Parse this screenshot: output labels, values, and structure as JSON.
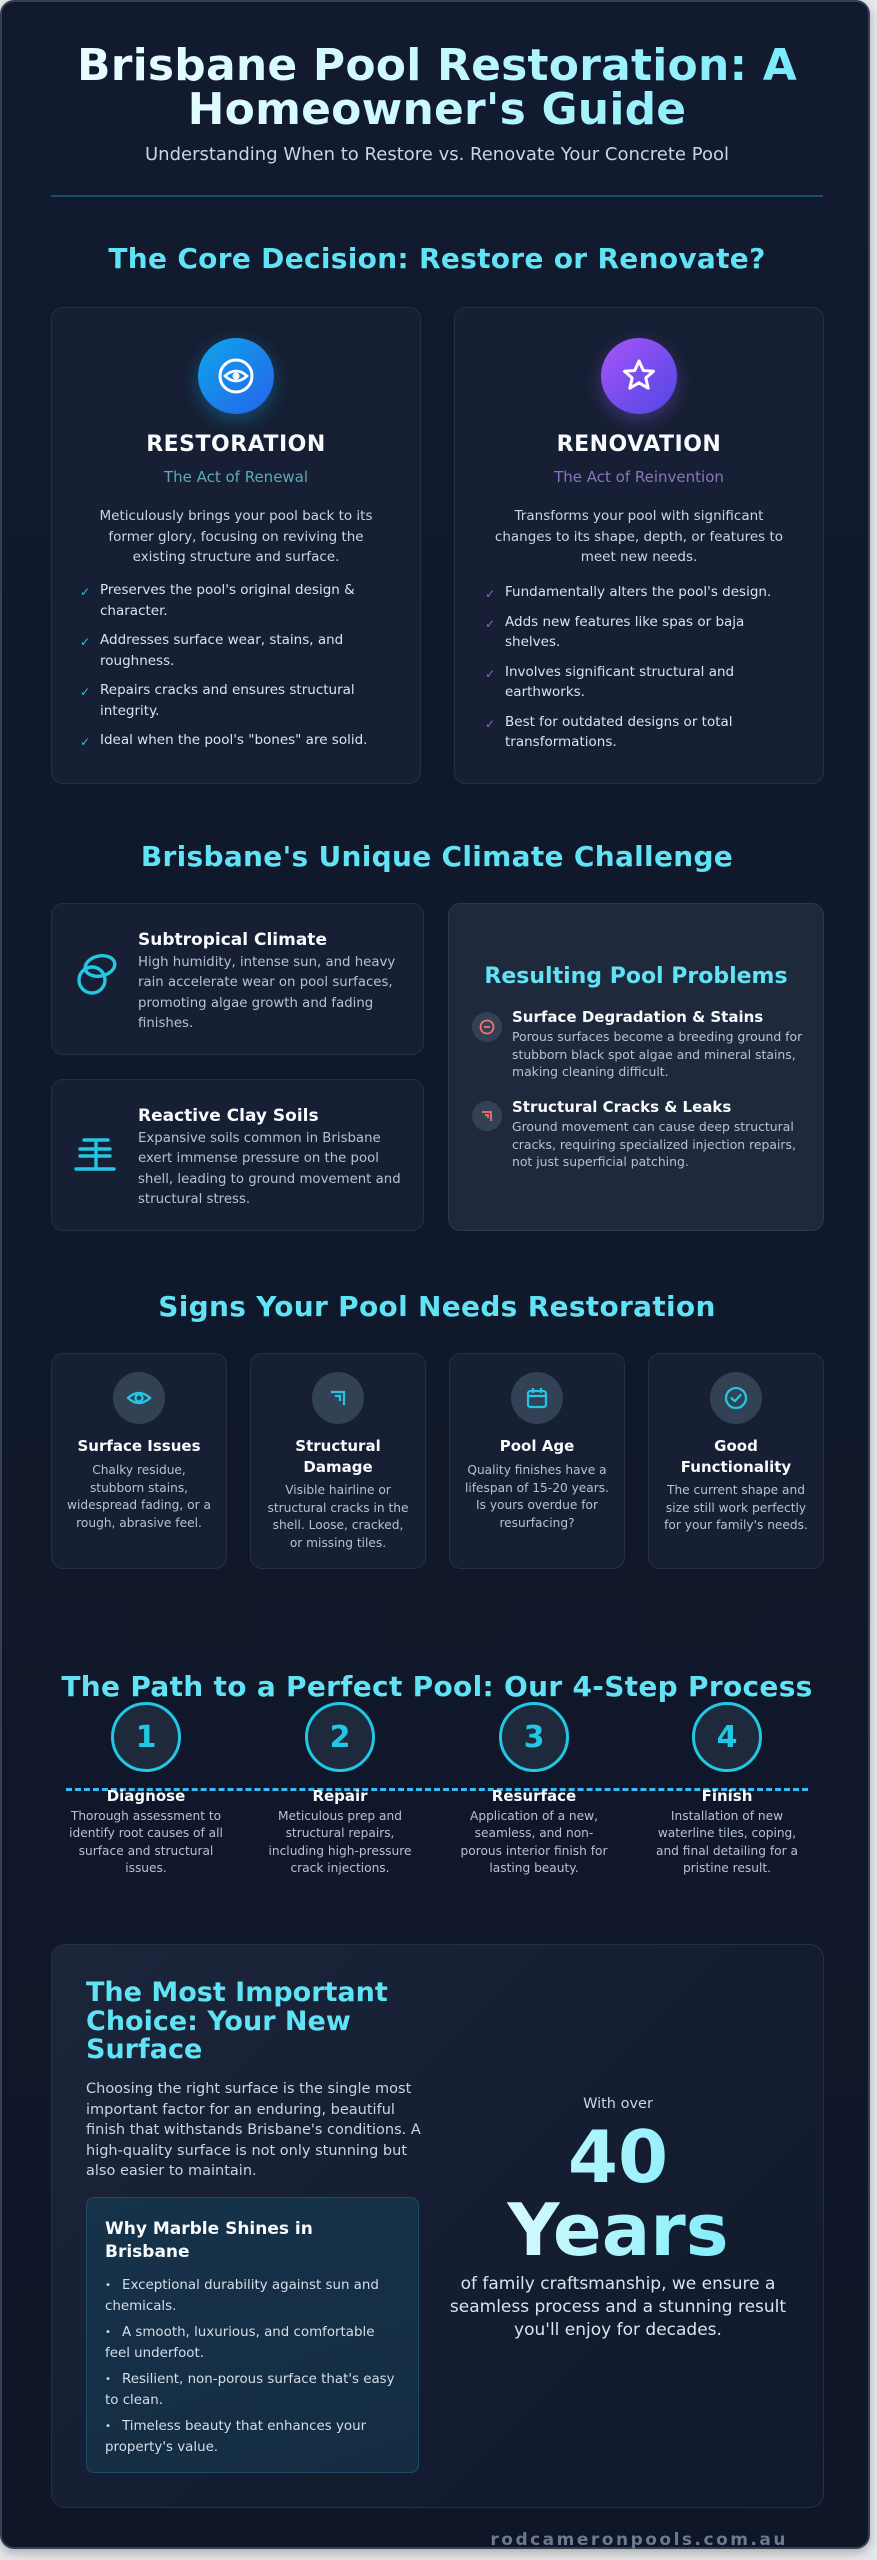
{
  "header": {
    "title_line1": "Brisbane Pool Restoration: A",
    "title_line2": "Homeowner's Guide",
    "subtitle": "Understanding When to Restore vs. Renovate Your Concrete Pool"
  },
  "decision": {
    "heading": "The Core Decision: Restore or Renovate?",
    "restoration": {
      "icon": "eye-circle-icon",
      "title": "RESTORATION",
      "tagline": "The Act of Renewal",
      "description": "Meticulously brings your pool back to its former glory, focusing on reviving the existing structure and surface.",
      "points": [
        "Preserves the pool's original design & character.",
        "Addresses surface wear, stains, and roughness.",
        "Repairs cracks and ensures structural integrity.",
        "Ideal when the pool's \"bones\" are solid."
      ],
      "accent": "#22c7e6"
    },
    "renovation": {
      "icon": "star-icon",
      "title": "RENOVATION",
      "tagline": "The Act of Reinvention",
      "description": "Transforms your pool with significant changes to its shape, depth, or features to meet new needs.",
      "points": [
        "Fundamentally alters the pool's design.",
        "Adds new features like spas or baja shelves.",
        "Involves significant structural and earthworks.",
        "Best for outdated designs or total transformations."
      ],
      "accent": "#a855f7"
    }
  },
  "climate": {
    "heading": "Brisbane's Unique Climate Challenge",
    "factors": [
      {
        "icon": "linked-rings-icon",
        "title": "Subtropical Climate",
        "description": "High humidity, intense sun, and heavy rain accelerate wear on pool surfaces, promoting algae growth and fading finishes."
      },
      {
        "icon": "soil-layers-icon",
        "title": "Reactive Clay Soils",
        "description": "Expansive soils common in Brisbane exert immense pressure on the pool shell, leading to ground movement and structural stress."
      }
    ],
    "problems": {
      "title": "Resulting Pool Problems",
      "items": [
        {
          "icon": "minus-circle-icon",
          "title": "Surface Degradation & Stains",
          "description": "Porous surfaces become a breeding ground for stubborn black spot algae and mineral stains, making cleaning difficult."
        },
        {
          "icon": "crack-corner-icon",
          "title": "Structural Cracks & Leaks",
          "description": "Ground movement can cause deep structural cracks, requiring specialized injection repairs, not just superficial patching."
        }
      ],
      "accent": "#f87171"
    }
  },
  "signs": {
    "heading": "Signs Your Pool Needs Restoration",
    "items": [
      {
        "icon": "eye-icon",
        "title": "Surface Issues",
        "description": "Chalky residue, stubborn stains, widespread fading, or a rough, abrasive feel."
      },
      {
        "icon": "crack-corner-icon",
        "title": "Structural Damage",
        "description": "Visible hairline or structural cracks in the shell. Loose, cracked, or missing tiles."
      },
      {
        "icon": "calendar-icon",
        "title": "Pool Age",
        "description": "Quality finishes have a lifespan of 15-20 years. Is yours overdue for resurfacing?"
      },
      {
        "icon": "check-circle-icon",
        "title": "Good Functionality",
        "description": "The current shape and size still work perfectly for your family's needs."
      }
    ]
  },
  "process": {
    "heading": "The Path to a Perfect Pool: Our 4-Step Process",
    "steps": [
      {
        "number": "1",
        "title": "Diagnose",
        "description": "Thorough assessment to identify root causes of all surface and structural issues."
      },
      {
        "number": "2",
        "title": "Repair",
        "description": "Meticulous prep and structural repairs, including high-pressure crack injections."
      },
      {
        "number": "3",
        "title": "Resurface",
        "description": "Application of a new, seamless, and non-porous interior finish for lasting beauty."
      },
      {
        "number": "4",
        "title": "Finish",
        "description": "Installation of new waterline tiles, coping, and final detailing for a pristine result."
      }
    ]
  },
  "surface": {
    "title": "The Most Important Choice: Your New Surface",
    "description": "Choosing the right surface is the single most important factor for an enduring, beautiful finish that withstands Brisbane's conditions. A high-quality surface is not only stunning but also easier to maintain.",
    "marble": {
      "title": "Why Marble Shines in Brisbane",
      "points": [
        "Exceptional durability against sun and chemicals.",
        "A smooth, luxurious, and comfortable feel underfoot.",
        "Resilient, non-porous surface that's easy to clean.",
        "Timeless beauty that enhances your property's value."
      ]
    },
    "experience": {
      "prefix": "With over",
      "number": "40",
      "unit": "Years",
      "description": "of family craftsmanship, we ensure a seamless process and a stunning result you'll enjoy for decades."
    }
  },
  "footer": {
    "website": "rodcameronpools.com.au"
  },
  "colors": {
    "background": "#0f172a",
    "card": "#161f33",
    "accent_cyan": "#5fe3f5",
    "icon_cyan": "#22c7e6",
    "accent_purple": "#a855f7",
    "problem_red": "#f87171"
  }
}
